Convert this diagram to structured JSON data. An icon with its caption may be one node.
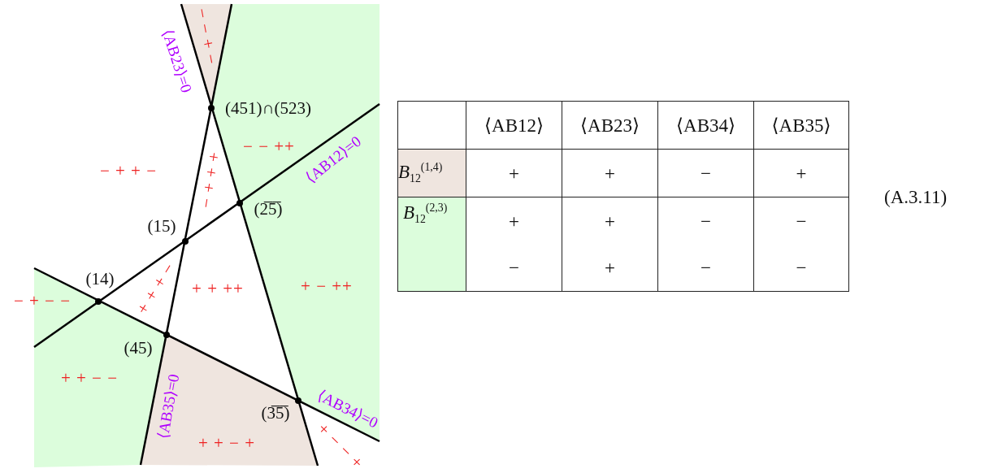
{
  "diagram": {
    "labels": [
      "− − + −",
      "⟨AB23⟩=0",
      "(451)∩(523)",
      "− − ++",
      "− + + −",
      "+ + + −",
      "⟨AB12⟩=0",
      "(2̅5̅)",
      "(15)",
      "(14)",
      "+ + ++",
      "+ − ++",
      "− + − −",
      "+ + + −",
      "(45)",
      "+ + − −",
      "⟨AB35⟩=0",
      "⟨AB34⟩=0",
      "(3̅5̅)",
      "+ − − +",
      "+ + − +",
      "⟨AB12⟩",
      "⟨AB23⟩",
      "⟨AB34⟩",
      "⟨AB35⟩",
      "*B*$_{12}$$^{(1,4)}$",
      "+",
      "+",
      "−",
      "+",
      "*B*$_{12}$$^{(2,3)}$",
      "+",
      "+",
      "−",
      "−",
      "−",
      "+",
      "−",
      "−",
      "(A.3.11)"
    ]
  }
}
